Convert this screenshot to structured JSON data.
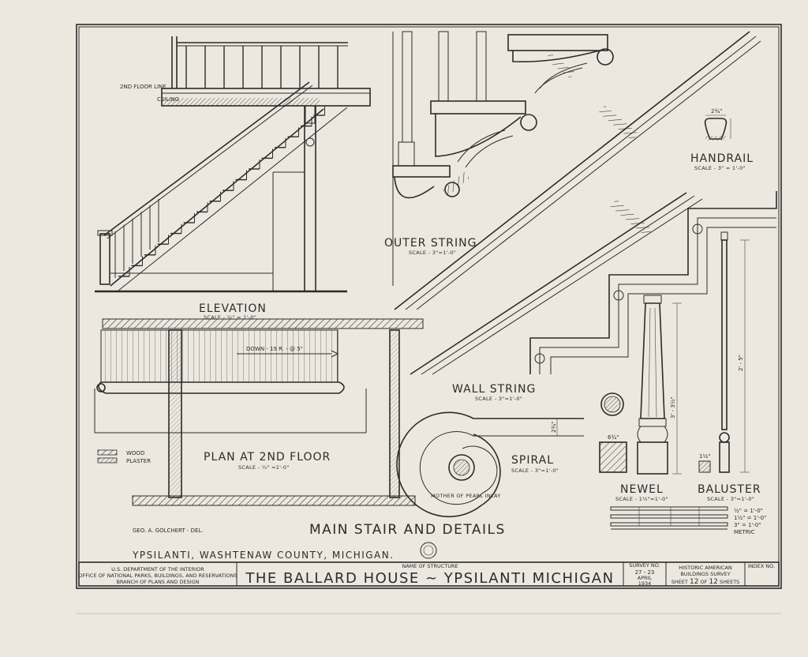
{
  "labels": {
    "elevation": "ELEVATION",
    "elevation_scale": "SCALE - ½\" = 1'-0\"",
    "outer_string": "OUTER STRING",
    "outer_string_scale": "SCALE - 3\"=1'-0\"",
    "handrail": "HANDRAIL",
    "handrail_scale": "SCALE - 3\" = 1'-0\"",
    "handrail_dim": "2¾\"",
    "wall_string": "WALL STRING",
    "wall_string_scale": "SCALE - 3\"=1'-0\"",
    "plan": "PLAN AT 2ND FLOOR",
    "plan_scale": "SCALE - ¼\" =1'-0\"",
    "plan_down": "DOWN - 19 R. - @ 5\"",
    "spiral": "SPIRAL",
    "spiral_scale": "SCALE - 3\"=1'-0\"",
    "spiral_dim": "2¾\"",
    "spiral_inlay": "MOTHER OF PEARL INLAY",
    "newel": "NEWEL",
    "newel_scale": "SCALE - 1½\"=1'-0\"",
    "newel_height": "3' - 3½\"",
    "newel_base_dim": "6¾\"",
    "baluster": "BALUSTER",
    "baluster_scale": "SCALE - 3\"=1'-0\"",
    "baluster_height": "2' - 5\"",
    "baluster_dim": "1½\"",
    "floor_line": "2ND FLOOR LINE",
    "ceiling": "CEILING",
    "legend_wood": "WOOD",
    "legend_plaster": "PLASTER",
    "delineator": "GEO. A. GOLCHERT - DEL.",
    "main_title": "MAIN STAIR AND DETAILS",
    "location": "YPSILANTI, WASHTENAW COUNTY, MICHIGAN.",
    "scale_bar": [
      "½\" = 1'-0\"",
      "1½\" = 1'-0\"",
      "3\" = 1'-0\"",
      "METRIC"
    ]
  },
  "title_block": {
    "dept_line1": "U.S. DEPARTMENT OF THE INTERIOR",
    "dept_line2": "OFFICE OF NATIONAL PARKS, BUILDINGS, AND RESERVATIONS",
    "dept_line3": "BRANCH OF PLANS AND DESIGN",
    "name_caption": "NAME OF STRUCTURE",
    "structure_name": "THE BALLARD HOUSE ~ YPSILANTI MICHIGAN",
    "survey_caption": "SURVEY NO.",
    "survey_no": "27 - 23",
    "survey_month": "APRIL",
    "survey_year": "1934",
    "habs_line1": "HISTORIC AMERICAN",
    "habs_line2": "BUILDINGS SURVEY",
    "sheet_prefix": "SHEET",
    "sheet_num": "12",
    "sheet_of": "OF",
    "sheet_total": "12",
    "sheet_suffix": "SHEETS",
    "index_caption": "INDEX NO."
  }
}
